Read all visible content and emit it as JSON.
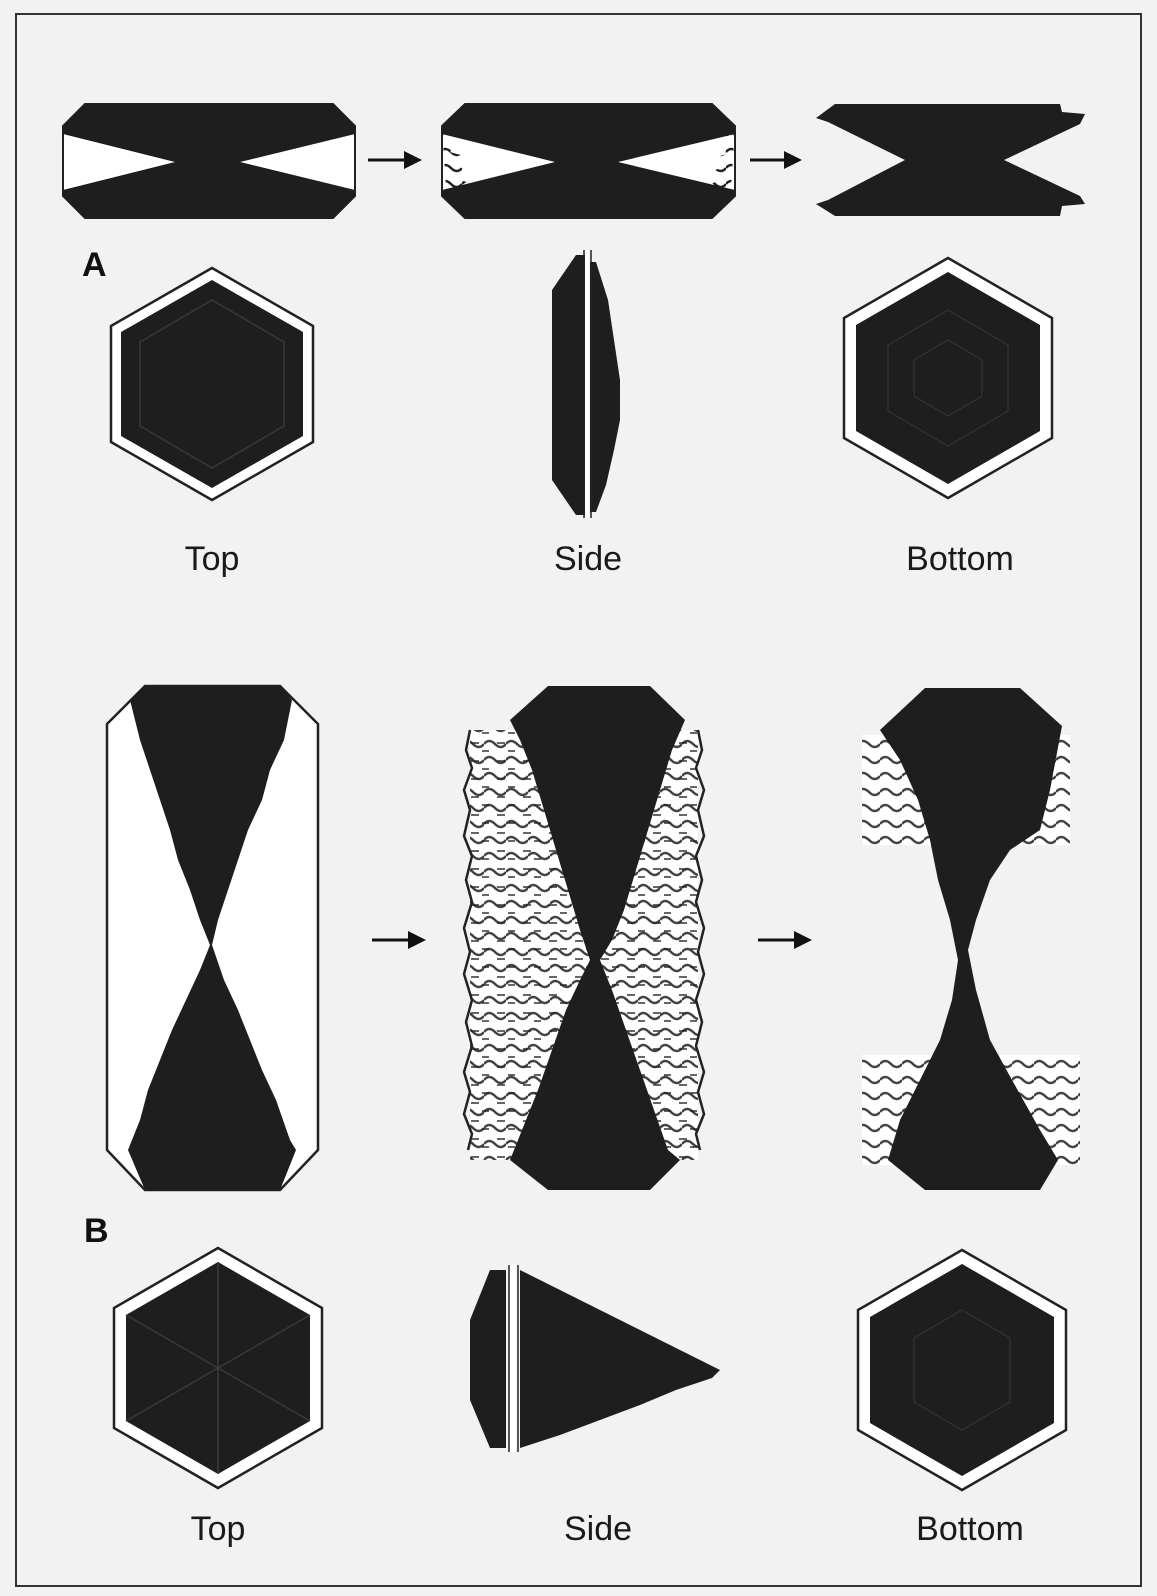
{
  "panels": {
    "a": {
      "letter": "A",
      "views": {
        "top": "Top",
        "side": "Side",
        "bottom": "Bottom"
      }
    },
    "b": {
      "letter": "B",
      "views": {
        "top": "Top",
        "side": "Side",
        "bottom": "Bottom"
      }
    }
  },
  "colors": {
    "crystal": "#1e1e1e",
    "clear": "#ffffff",
    "background": "#f2f2f2",
    "frame": "#333333"
  },
  "icons": [
    "arrow-icon",
    "hexagon-icon"
  ]
}
